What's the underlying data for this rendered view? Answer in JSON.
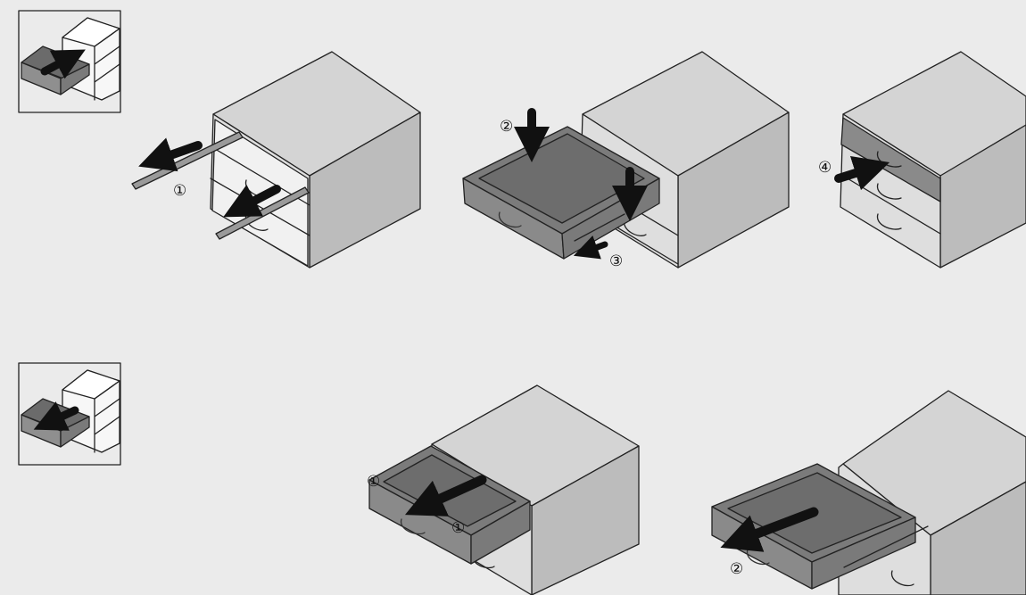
{
  "colors": {
    "background": "#ebebeb",
    "cabinet_top": "#d4d4d4",
    "cabinet_right": "#bcbcbc",
    "cabinet_front": "#d2d2d2",
    "drawer_dark": "#8a8a8a",
    "drawer_inner": "#7b7b7b",
    "outline": "#222222",
    "arrow": "#111111"
  },
  "sections": {
    "insert": {
      "thumbnail_icon": "insert-drawer-icon",
      "steps": [
        {
          "label": "①",
          "arrow": "pull-rails-out"
        },
        {
          "label": "②",
          "arrow": "lower-drawer-onto-rails"
        },
        {
          "label": "③",
          "arrow": "release-catch"
        },
        {
          "label": "④",
          "arrow": "push-drawer-in"
        }
      ]
    },
    "remove": {
      "thumbnail_icon": "remove-drawer-icon",
      "steps": [
        {
          "label": "①",
          "arrow": "pull-drawer-out"
        },
        {
          "label": "①",
          "arrow": "press-release-levers"
        },
        {
          "label": "②",
          "arrow": "lift-drawer-out"
        }
      ]
    }
  }
}
